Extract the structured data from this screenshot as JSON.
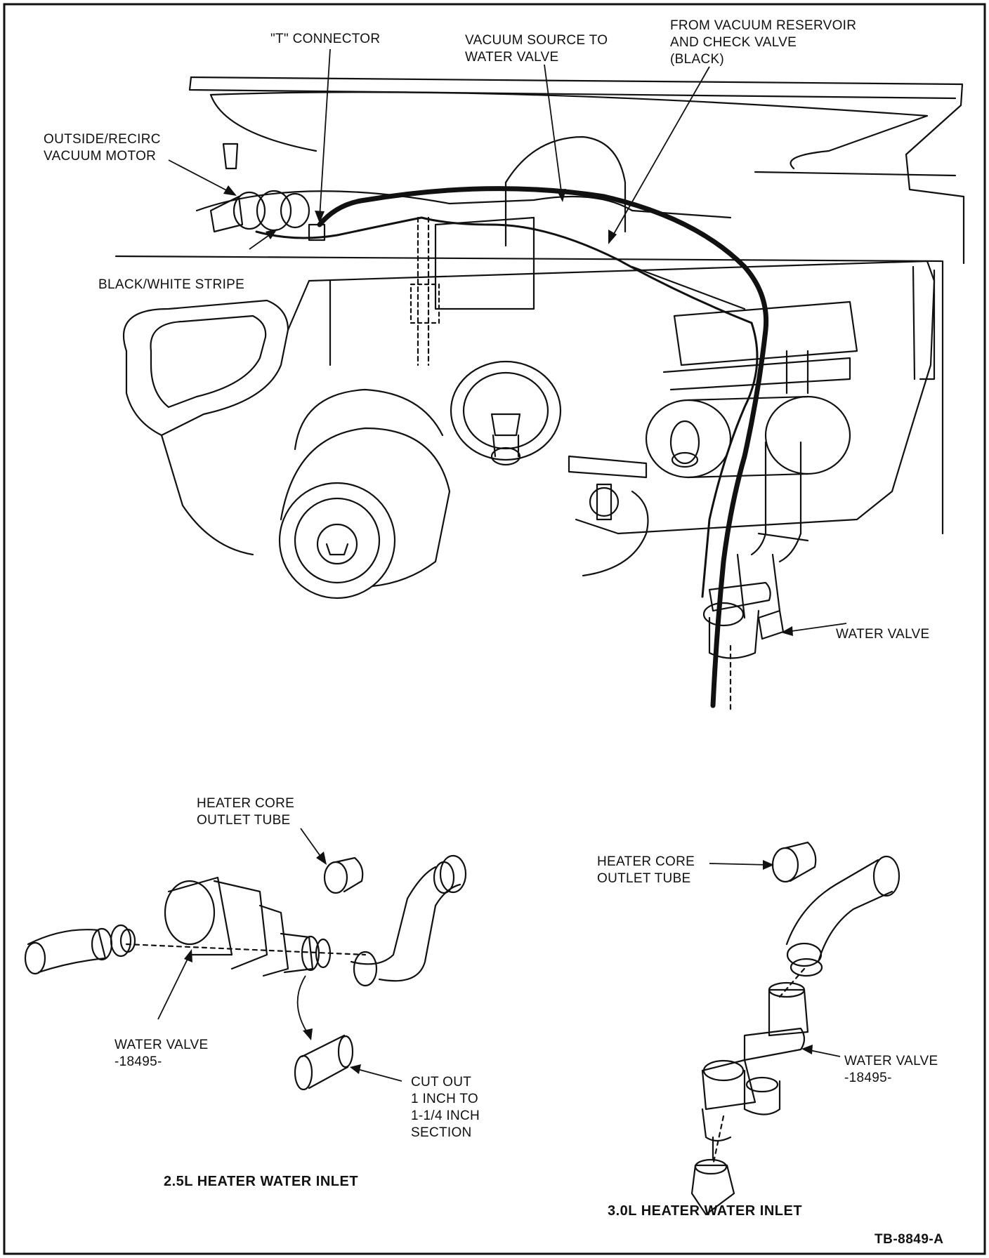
{
  "labels": {
    "t_connector": "\"T\" CONNECTOR",
    "vacuum_source": [
      "VACUUM SOURCE TO",
      "WATER VALVE"
    ],
    "from_reservoir": [
      "FROM VACUUM RESERVOIR",
      "AND CHECK VALVE",
      "(BLACK)"
    ],
    "outside_recirc": [
      "OUTSIDE/RECIRC",
      "VACUUM MOTOR"
    ],
    "black_white_stripe": "BLACK/WHITE STRIPE",
    "water_valve_top": "WATER VALVE",
    "heater_core_outlet_left": [
      "HEATER CORE",
      "OUTLET TUBE"
    ],
    "heater_core_outlet_right": [
      "HEATER CORE",
      "OUTLET TUBE"
    ],
    "water_valve_left": [
      "WATER VALVE",
      "-18495-"
    ],
    "water_valve_right": [
      "WATER VALVE",
      "-18495-"
    ],
    "cut_out": [
      "CUT OUT",
      "1 INCH TO",
      "1-1/4 INCH",
      "SECTION"
    ]
  },
  "captions": {
    "left": "2.5L HEATER WATER INLET",
    "right": "3.0L HEATER WATER INLET"
  },
  "figure_id": "TB-8849-A"
}
